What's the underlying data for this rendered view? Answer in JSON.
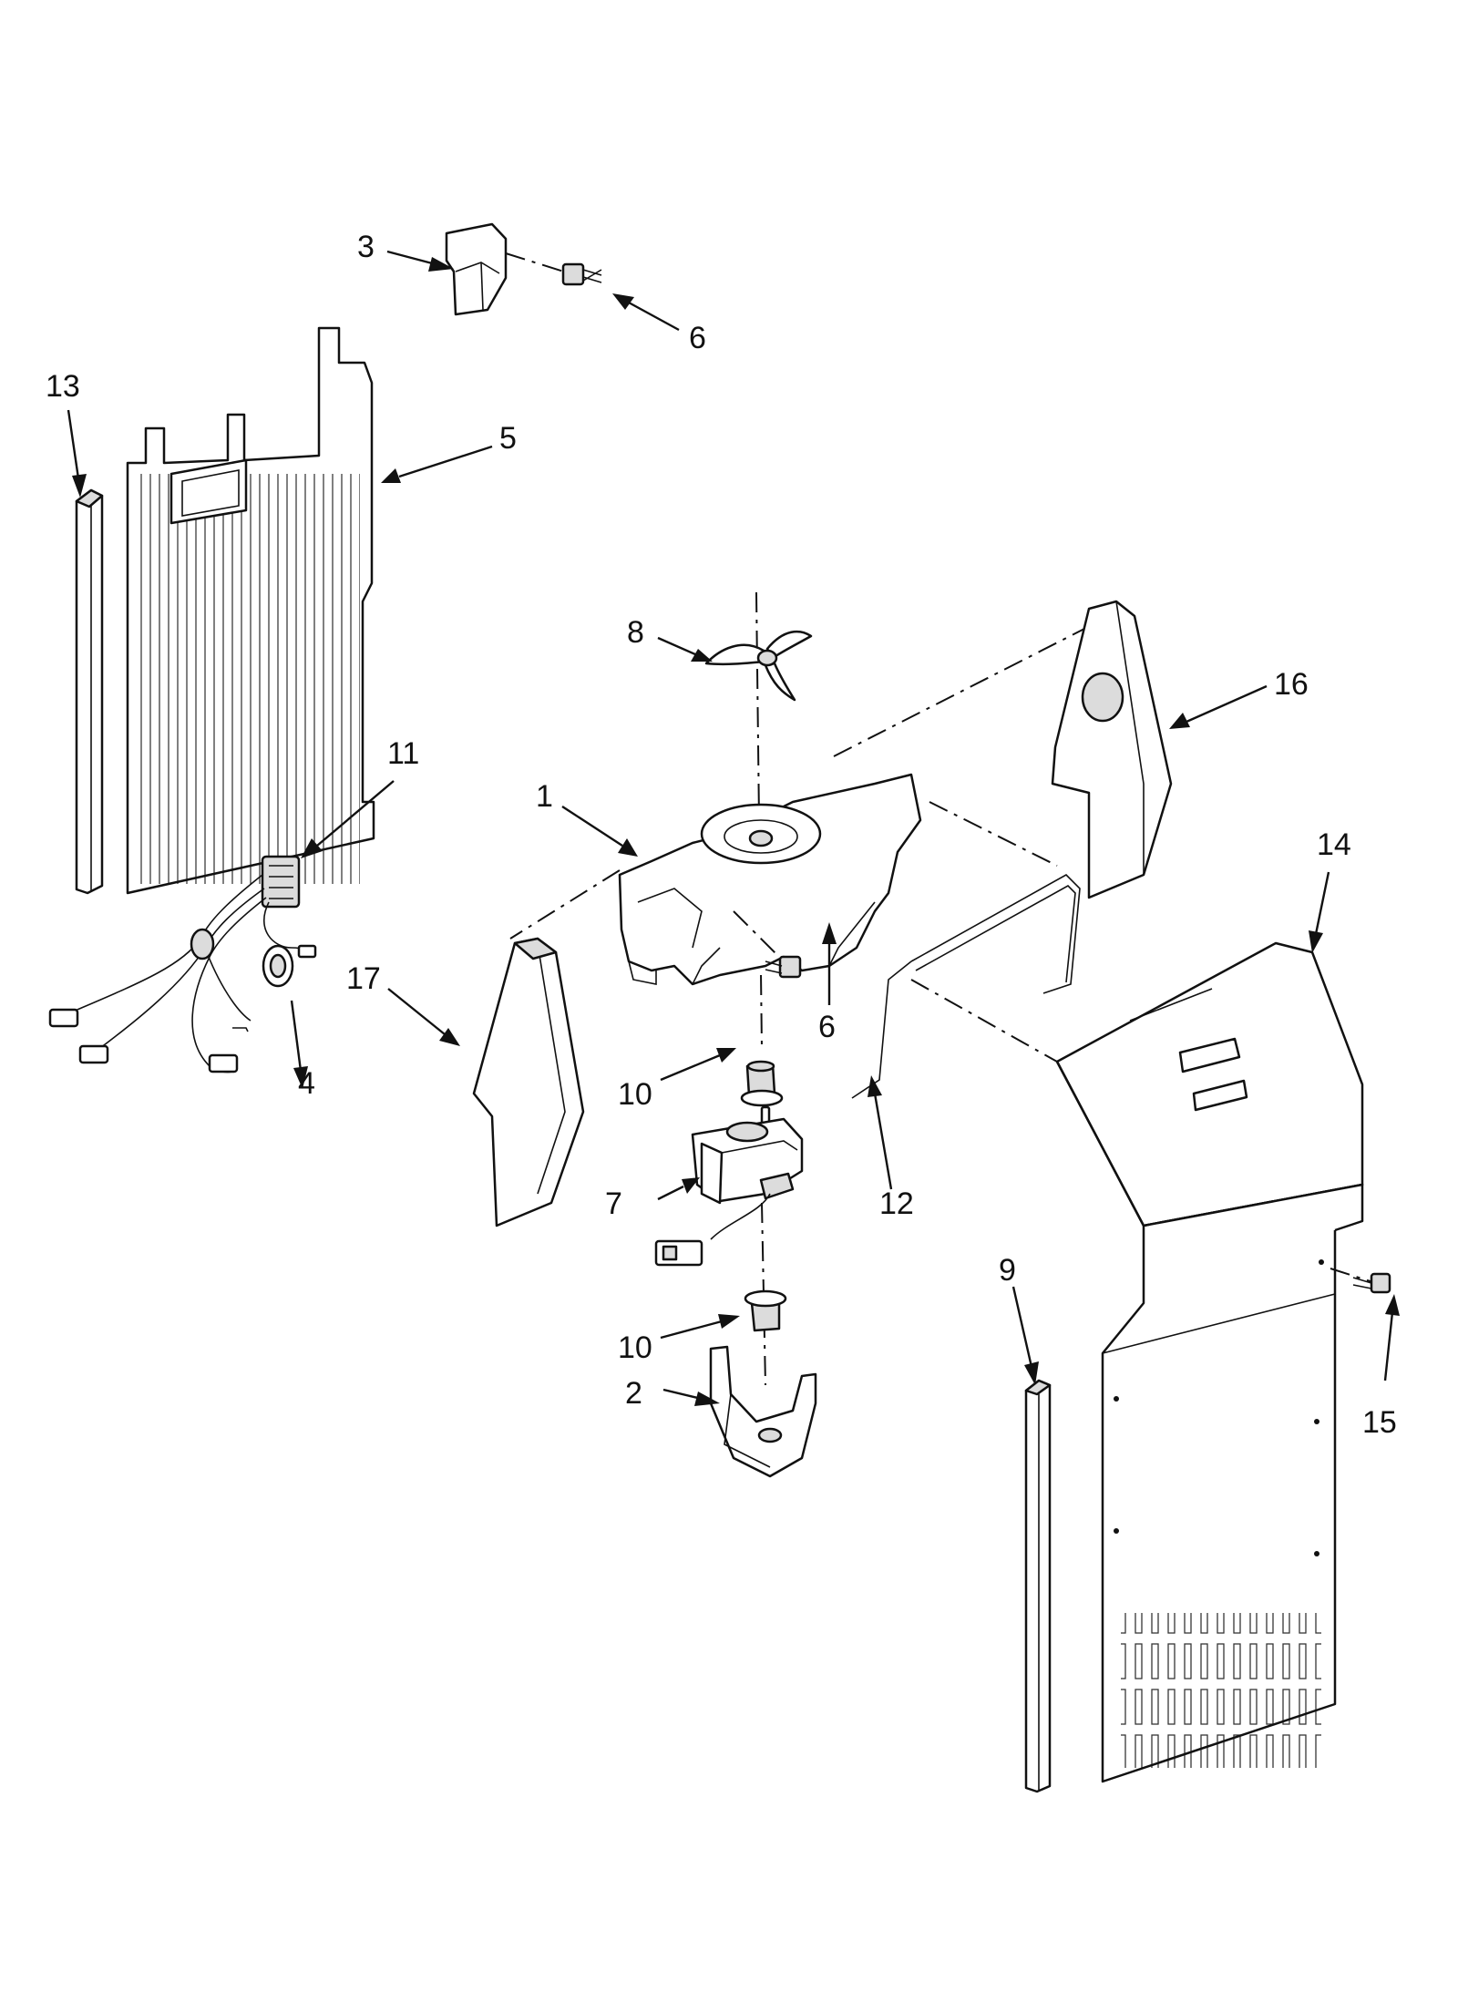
{
  "diagram": {
    "callouts": [
      {
        "id": "1",
        "text": "1"
      },
      {
        "id": "2",
        "text": "2"
      },
      {
        "id": "3",
        "text": "3"
      },
      {
        "id": "4",
        "text": "4"
      },
      {
        "id": "5",
        "text": "5"
      },
      {
        "id": "6a",
        "text": "6"
      },
      {
        "id": "6b",
        "text": "6"
      },
      {
        "id": "7",
        "text": "7"
      },
      {
        "id": "8",
        "text": "8"
      },
      {
        "id": "9",
        "text": "9"
      },
      {
        "id": "10a",
        "text": "10"
      },
      {
        "id": "10b",
        "text": "10"
      },
      {
        "id": "11",
        "text": "11"
      },
      {
        "id": "12",
        "text": "12"
      },
      {
        "id": "13",
        "text": "13"
      },
      {
        "id": "14",
        "text": "14"
      },
      {
        "id": "15",
        "text": "15"
      },
      {
        "id": "16",
        "text": "16"
      },
      {
        "id": "17",
        "text": "17"
      }
    ]
  }
}
